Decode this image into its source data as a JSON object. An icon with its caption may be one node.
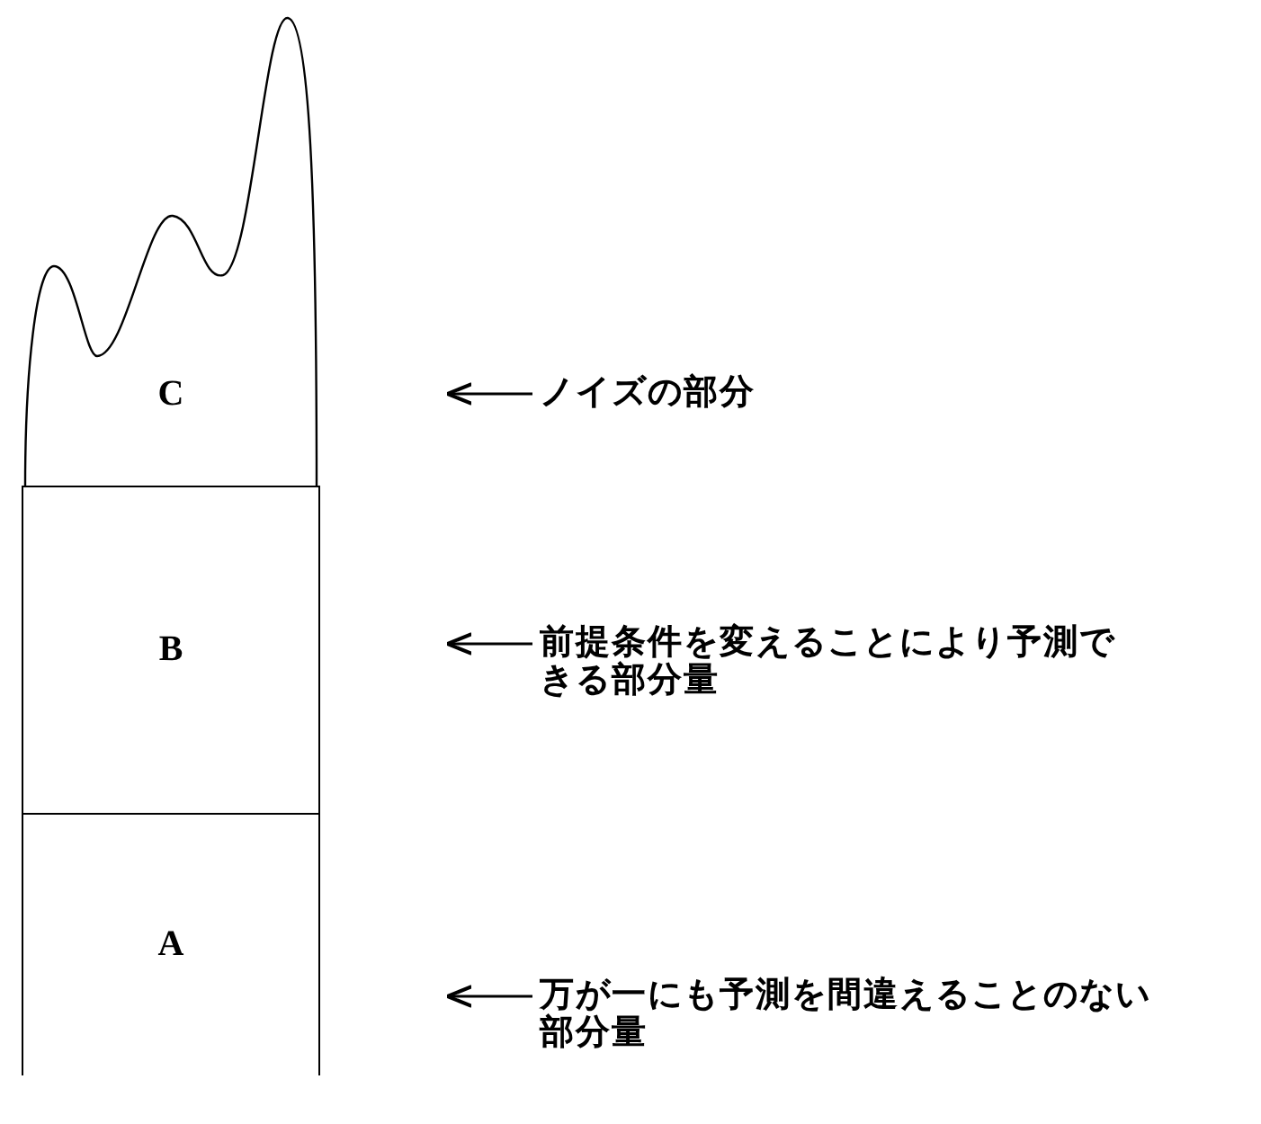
{
  "diagram": {
    "nodes": [
      {
        "text": [
          "C"
        ]
      },
      {
        "text": [
          "B"
        ]
      },
      {
        "text": [
          "A"
        ]
      },
      {
        "text": [
          "ノイズの部分"
        ]
      },
      {
        "text": [
          "前提条件を変えることにより予測できる部分量"
        ]
      },
      {
        "text": [
          "万が一にも予測を間違えることのない部分量"
        ]
      }
    ],
    "edges": [
      {
        "from": 3,
        "to": null,
        "arrow": "to"
      },
      {
        "from": 4,
        "to": null,
        "arrow": "to"
      },
      {
        "from": 5,
        "to": null,
        "arrow": "to"
      }
    ]
  }
}
